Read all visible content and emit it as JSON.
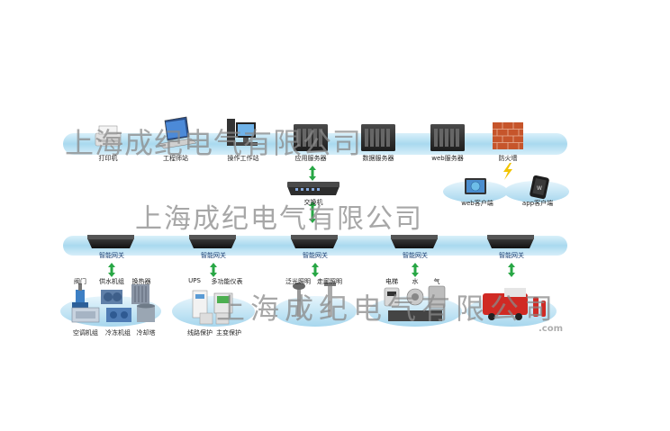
{
  "top_row": {
    "printer": "打印机",
    "engineering_station": "工程师站",
    "operator_station": "操作工作站",
    "app_server": "应用服务器",
    "db_server": "数据服务器",
    "web_server": "web服务器",
    "firewall": "防火墙"
  },
  "switch": "交换机",
  "clients": {
    "web_client": "web客户端",
    "app_client": "app客户端"
  },
  "gateway_label": "智能网关",
  "groups": {
    "hvac": {
      "valve": "阀门",
      "water_pump": "供水机组",
      "heat_exchanger": "换热器",
      "ac_unit": "空调机组",
      "chiller": "冷冻机组",
      "cooling_tower": "冷却塔"
    },
    "power": {
      "ups": "UPS",
      "meter": "多功能仪表",
      "line_protection": "线路保护",
      "main_transformer": "主变保护"
    },
    "lighting": {
      "flood": "泛光照明",
      "corridor": "走廊照明"
    },
    "energy": {
      "electric": "电梯",
      "water": "水",
      "gas": "气"
    }
  },
  "watermark": {
    "text": "上海成纪电气有限公司",
    "site": ".com"
  },
  "colors": {
    "band": "#bfe3f2",
    "link": "#8dcdea",
    "connector": "#28a745",
    "firewall": "#c6552b",
    "device": "#2b2b2b",
    "gateway_label": "#1a3f73"
  }
}
